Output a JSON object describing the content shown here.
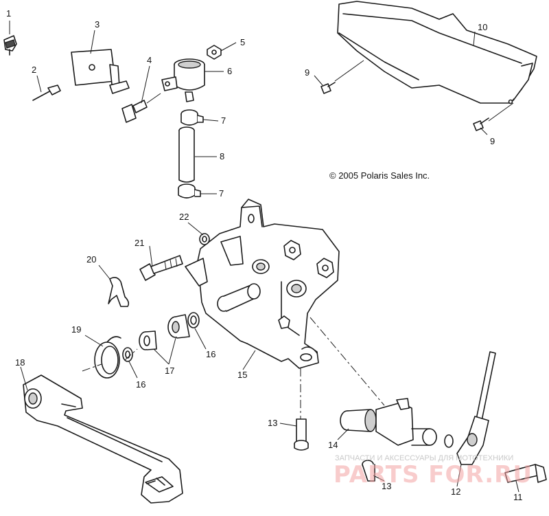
{
  "diagram": {
    "copyright": "© 2005 Polaris Sales Inc.",
    "callouts": [
      "1",
      "2",
      "3",
      "4",
      "5",
      "6",
      "7",
      "7",
      "8",
      "9",
      "9",
      "10",
      "11",
      "12",
      "13",
      "13",
      "14",
      "15",
      "16",
      "16",
      "17",
      "18",
      "19",
      "20",
      "21",
      "22"
    ]
  },
  "watermark": {
    "line1": "ЗАПЧАСТИ И АКСЕССУАРЫ ДЛЯ МОТОТЕХНИКИ",
    "logo": "PARTS FOR.RU"
  }
}
